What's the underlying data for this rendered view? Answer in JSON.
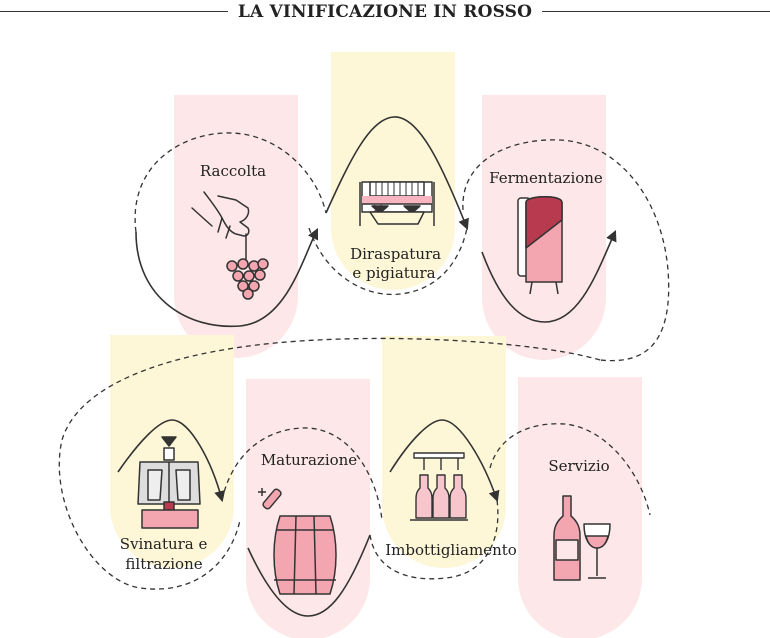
{
  "title": "LA VINIFICAZIONE IN ROSSO",
  "colors": {
    "pink_panel": "#fde7e8",
    "yellow_panel": "#fdf6d7",
    "wine": "#b83a4f",
    "rose": "#f4a6b0",
    "ink": "#333333"
  },
  "steps": [
    {
      "id": "raccolta",
      "label_lines": [
        "Raccolta"
      ],
      "icon": "hand-grapes-icon"
    },
    {
      "id": "diraspatura",
      "label_lines": [
        "Diraspatura",
        "e pigiatura"
      ],
      "icon": "destemmer-crusher-icon"
    },
    {
      "id": "fermentazione",
      "label_lines": [
        "Fermentazione"
      ],
      "icon": "fermentation-tank-icon"
    },
    {
      "id": "svinatura",
      "label_lines": [
        "Svinatura e",
        "filtrazione"
      ],
      "icon": "wine-press-icon"
    },
    {
      "id": "maturazione",
      "label_lines": [
        "Maturazione"
      ],
      "icon": "barrel-icon"
    },
    {
      "id": "imbottigliamento",
      "label_lines": [
        "Imbottigliamento"
      ],
      "icon": "bottling-icon"
    },
    {
      "id": "servizio",
      "label_lines": [
        "Servizio"
      ],
      "icon": "bottle-glass-icon"
    }
  ]
}
